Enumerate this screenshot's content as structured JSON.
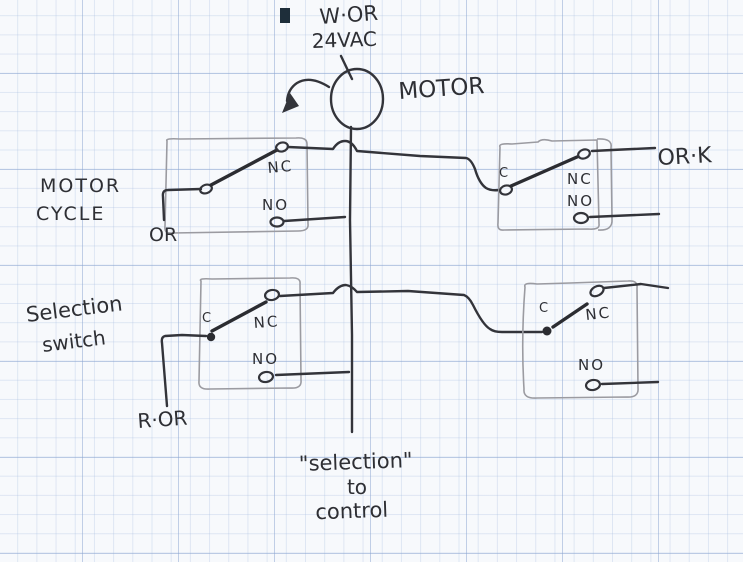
{
  "labels": {
    "supply_line1": "W·OR",
    "supply_line2": "24VAC",
    "motor": "MOTOR",
    "motor_cycle_line1": "MOTOR",
    "motor_cycle_line2": "CYCLE",
    "or": "OR",
    "or_k": "OR·K",
    "selection_switch_line1": "Selection",
    "selection_switch_line2": "switch",
    "r_or": "R·OR",
    "bottom_line1": "\"selection\"",
    "bottom_line2": "to",
    "bottom_line3": "control"
  },
  "switches": {
    "upper_left": {
      "nc": "NC",
      "no": "NO"
    },
    "upper_right": {
      "c": "C",
      "nc": "NC",
      "no": "NO"
    },
    "lower_left": {
      "c": "C",
      "nc": "NC",
      "no": "NO"
    },
    "lower_right": {
      "c": "C",
      "nc": "NC",
      "no": "NO"
    }
  },
  "colors": {
    "ink": "#33343a",
    "pencil_box": "#9b9ba1",
    "paper": "#f7f9fc",
    "grid_minor": "#ccdaed",
    "grid_major": "#aabfe0",
    "scan_mark": "#1e2e3a"
  }
}
